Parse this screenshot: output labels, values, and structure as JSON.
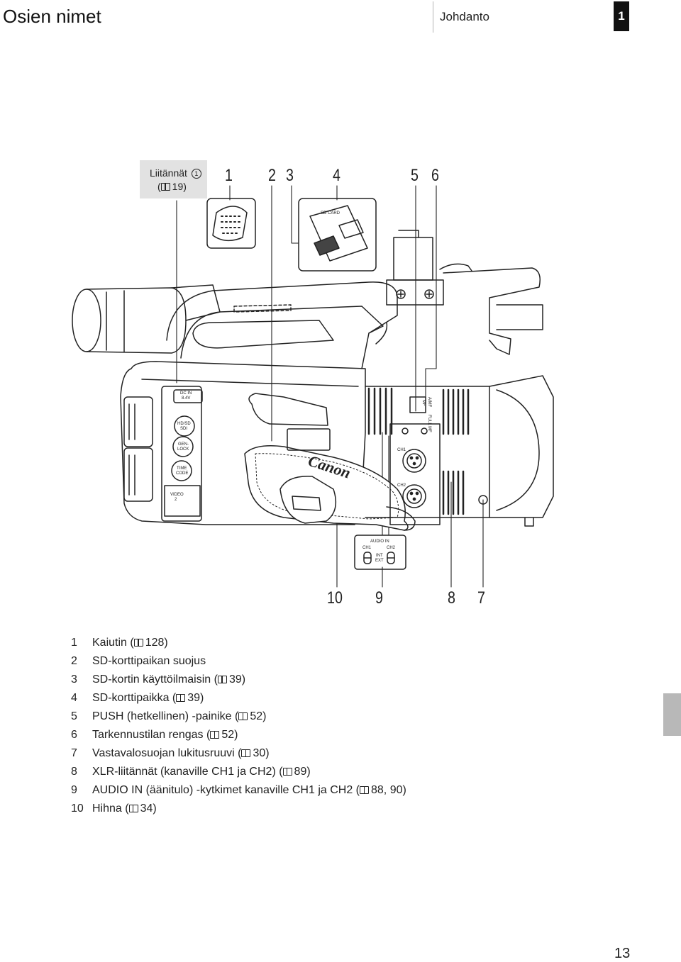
{
  "header": {
    "title": "Osien nimet",
    "section": "Johdanto",
    "chapter": "1"
  },
  "callout": {
    "title": "Liitännät",
    "marker": "1",
    "ref": "19"
  },
  "diagram": {
    "top_numbers": [
      "1",
      "2",
      "3",
      "4",
      "5",
      "6"
    ],
    "bottom_numbers": [
      "10",
      "9",
      "8",
      "7"
    ],
    "labels": {
      "dc_in": "DC IN",
      "dc_v": "8.4V",
      "hdsd": "HD/SD",
      "sdi": "SDI",
      "genlock_1": "GEN-",
      "genlock_2": "LOCK",
      "timecode_1": "TIME",
      "timecode_2": "CODE",
      "video_1": "VIDEO",
      "video_2": "2",
      "brand": "Canon",
      "ch1": "CH1",
      "ch2": "CH2",
      "audio_in": "AUDIO IN",
      "sw_ch1": "CH1",
      "sw_ch2": "CH2",
      "int": "INT",
      "ext": "EXT",
      "aimf": "AIMF",
      "mf": "MF",
      "full_mf": "FULL MF",
      "sd_card": "SD CARD"
    }
  },
  "parts": [
    {
      "num": "1",
      "text": "Kaiutin (",
      "ref": "128",
      "tail": ")"
    },
    {
      "num": "2",
      "text": "SD-korttipaikan suojus",
      "ref": "",
      "tail": ""
    },
    {
      "num": "3",
      "text": "SD-kortin käyttöilmaisin (",
      "ref": "39",
      "tail": ")"
    },
    {
      "num": "4",
      "text": "SD-korttipaikka (",
      "ref": "39",
      "tail": ")"
    },
    {
      "num": "5",
      "text": "PUSH (hetkellinen) -painike (",
      "ref": "52",
      "tail": ")"
    },
    {
      "num": "6",
      "text": "Tarkennustilan rengas (",
      "ref": "52",
      "tail": ")"
    },
    {
      "num": "7",
      "text": "Vastavalosuojan lukitusruuvi (",
      "ref": "30",
      "tail": ")"
    },
    {
      "num": "8",
      "text": "XLR-liitännät (kanaville CH1 ja CH2) (",
      "ref": "89",
      "tail": ")"
    },
    {
      "num": "9",
      "text": "AUDIO IN (äänitulo) -kytkimet kanaville CH1 ja CH2 (",
      "ref": "88, 90",
      "tail": ")"
    },
    {
      "num": "10",
      "text": "Hihna (",
      "ref": "34",
      "tail": ")"
    }
  ],
  "page_number": "13"
}
